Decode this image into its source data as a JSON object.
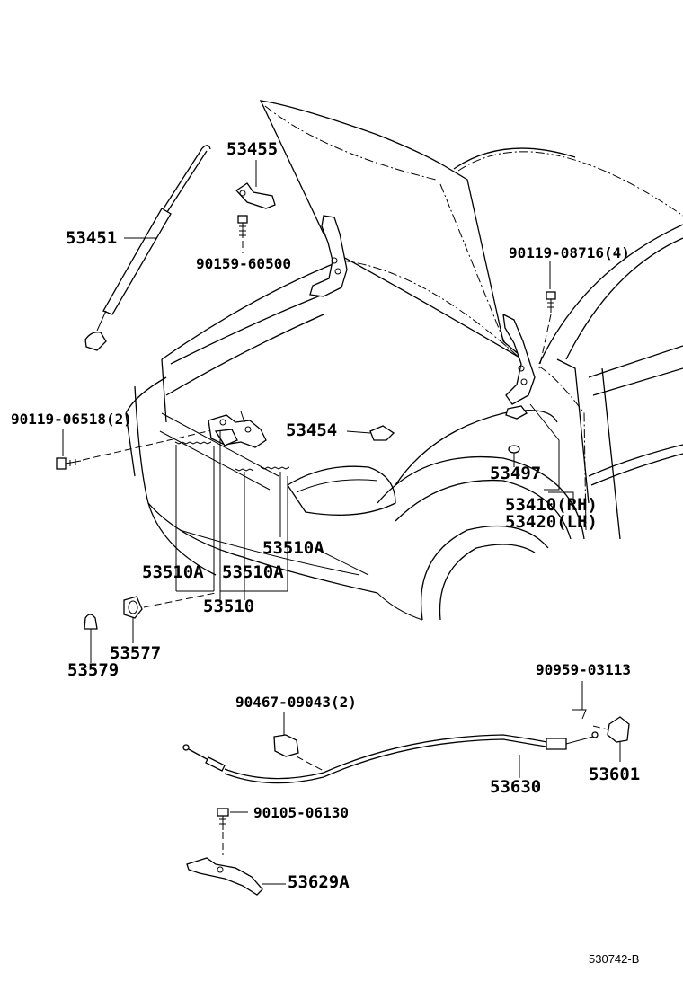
{
  "labels": {
    "p53455": "53455",
    "p53451": "53451",
    "p90159": "90159-60500",
    "p90119a": "90119-08716(4)",
    "p90119b": "90119-06518(2)",
    "p53454": "53454",
    "p53497": "53497",
    "p53410": "53410(RH)",
    "p53420": "53420(LH)",
    "p53510a_1": "53510A",
    "p53510a_2": "53510A",
    "p53510a_3": "53510A",
    "p53510": "53510",
    "p53577": "53577",
    "p53579": "53579",
    "p90959": "90959-03113",
    "p90467": "90467-09043(2)",
    "p53630": "53630",
    "p53601": "53601",
    "p90105": "90105-06130",
    "p53629a": "53629A"
  },
  "reference": "530742-B"
}
